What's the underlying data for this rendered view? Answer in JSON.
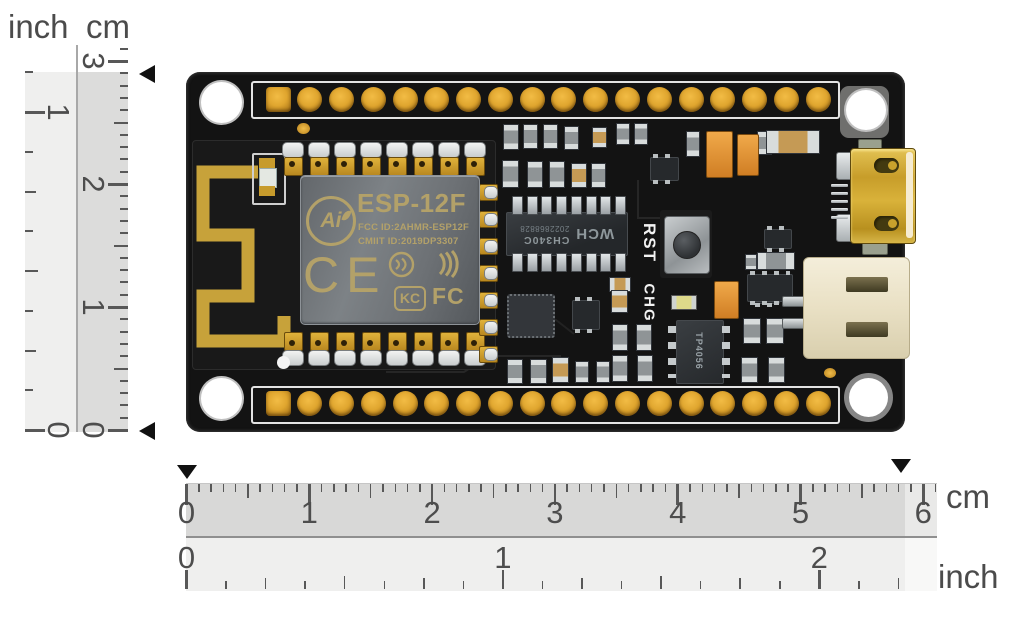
{
  "image_type": "product photo of an ESP-12F WiFi development board with measurement rulers",
  "vertical_ruler": {
    "inch_label": "inch",
    "cm_label": "cm",
    "inch_marks": [
      "0",
      "1"
    ],
    "cm_marks": [
      "0",
      "1",
      "2",
      "3"
    ]
  },
  "horizontal_ruler": {
    "cm_label": "cm",
    "inch_label": "inch",
    "cm_marks": [
      "0",
      "1",
      "2",
      "3",
      "4",
      "5",
      "6"
    ],
    "inch_marks": [
      "0",
      "1",
      "2"
    ]
  },
  "board": {
    "module": {
      "logo_text": "Ai",
      "name": "ESP-12F",
      "fcc_id": "FCC ID:2AHMR-ESP12F",
      "cmiit_id": "CMIIT ID:2019DP3307",
      "ce_mark": "CE",
      "kc_mark": "KC",
      "fcc_mark": "FC"
    },
    "usb_uart_chip": {
      "brand": "WCH",
      "part": "CH340C",
      "serial": "2022868828"
    },
    "charger_chip": {
      "part": "TP4056"
    },
    "silkscreen": {
      "reset": "RST",
      "charge": "CHG"
    }
  },
  "colors": {
    "pcb": "#131313",
    "gold_pad": "#d9a62e",
    "antenna_gold": "#c7a23a",
    "shield_gray": "#70757a",
    "module_marking": "#b3a169",
    "ruler_cm_band": "#d8d8d7",
    "ruler_inch_band": "#efefee",
    "ruler_text": "#4d4d4d",
    "marker_black": "#111111",
    "jst_beige": "#e9e0c4",
    "usb_gold": "#c79d2a"
  }
}
